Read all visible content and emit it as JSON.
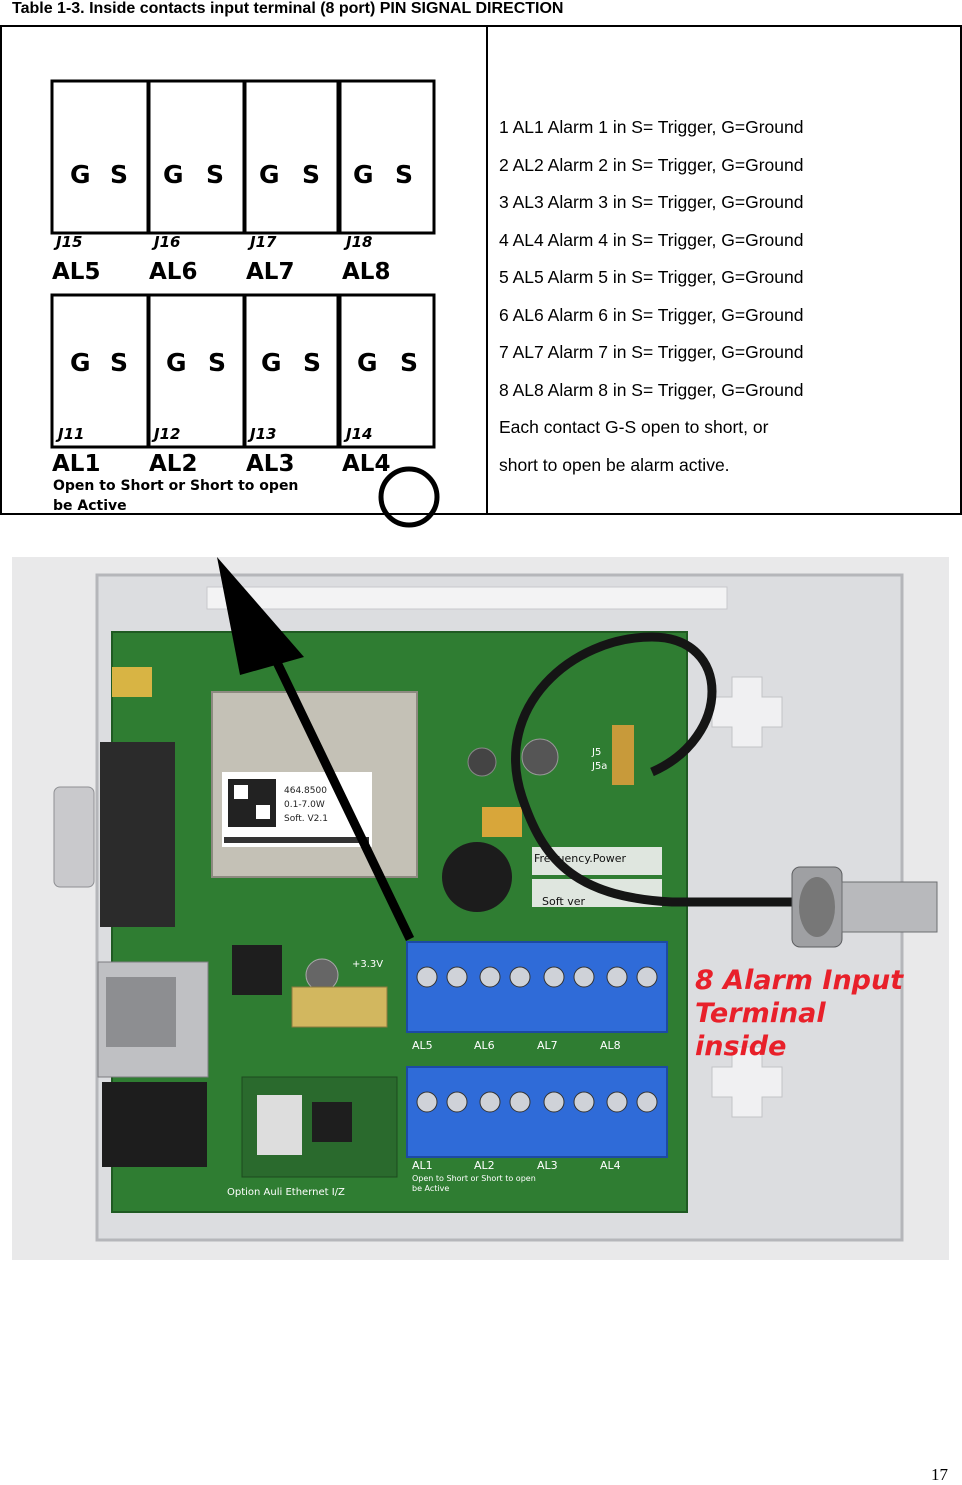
{
  "caption": "Table 1-3. Inside contacts input terminal (8 port) PIN SIGNAL DIRECTION",
  "diagram": {
    "top_row": [
      {
        "left": "G",
        "right": "S",
        "id": "J15"
      },
      {
        "left": "G",
        "right": "S",
        "id": "J16"
      },
      {
        "left": "G",
        "right": "S",
        "id": "J17"
      },
      {
        "left": "G",
        "right": "S",
        "id": "J18"
      }
    ],
    "top_labels": [
      "AL5",
      "AL6",
      "AL7",
      "AL8"
    ],
    "bottom_row": [
      {
        "left": "G",
        "right": "S",
        "id": "J11"
      },
      {
        "left": "G",
        "right": "S",
        "id": "J12"
      },
      {
        "left": "G",
        "right": "S",
        "id": "J13"
      },
      {
        "left": "G",
        "right": "S",
        "id": "J14"
      }
    ],
    "bottom_labels": [
      "AL1",
      "AL2",
      "AL3",
      "AL4"
    ],
    "note_line1": "Open to Short or Short to open",
    "note_line2": "be Active"
  },
  "pins": [
    "1 AL1 Alarm 1 in S= Trigger, G=Ground",
    "2 AL2 Alarm 2 in S= Trigger, G=Ground",
    "3 AL3 Alarm 3 in S= Trigger, G=Ground",
    "4 AL4 Alarm 4 in S= Trigger, G=Ground",
    "5 AL5 Alarm 5 in S= Trigger, G=Ground",
    "6 AL6 Alarm 6 in S= Trigger, G=Ground",
    "7 AL7 Alarm 7 in S= Trigger, G=Ground",
    "8 AL8 Alarm 8 in S= Trigger, G=Ground",
    "Each contact G-S open to short, or",
    "short to open be alarm active."
  ],
  "photo": {
    "qr_label_lines": [
      "464.8500",
      "0.1-7.0W",
      "Soft. V2.1"
    ],
    "board_text_frequency": "Frequency.Power",
    "board_text_soft": "Soft ver",
    "board_text_33v": "+3.3V",
    "board_text_option": "Option Auli Ethernet I/Z",
    "board_text_j5": "J5",
    "board_text_j5a": "J5a",
    "terminal_top_labels": [
      "AL5",
      "AL6",
      "AL7",
      "AL8"
    ],
    "terminal_bottom_labels": [
      "AL1",
      "AL2",
      "AL3",
      "AL4"
    ],
    "terminal_note_line1": "Open to Short or Short to open",
    "terminal_note_line2": "be Active",
    "annotation_lines": [
      "8 Alarm Input",
      "Terminal",
      "inside"
    ],
    "annotation_color": "#e8202a",
    "terminal_color": "#2f6bd8",
    "pcb_color": "#2f7d32"
  },
  "page_number": "17"
}
